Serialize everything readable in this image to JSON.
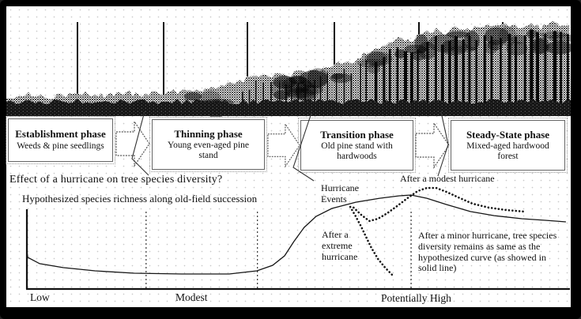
{
  "succession": {
    "phases": [
      {
        "name": "Establishment phase",
        "desc": "Weeds & pine seedlings"
      },
      {
        "name": "Thinning phase",
        "desc": "Young even-aged pine stand"
      },
      {
        "name": "Transition phase",
        "desc": "Old pine stand with hardwoods"
      },
      {
        "name": "Steady-State phase",
        "desc": "Mixed-aged hardwood forest"
      }
    ]
  },
  "question": "Effect of a hurricane on tree species diversity?",
  "graph": {
    "subtitle": "Hypothesized species richness along old-field succession",
    "x_axis_labels": [
      "Low",
      "Modest",
      "Potentially High"
    ],
    "annotations": {
      "hurricane_events": "Hurricane Events",
      "after_modest": "After a modest hurricane",
      "after_extreme": "After a extreme hurricane",
      "after_minor": "After a minor hurricane, tree species diversity remains as same as the hypothesized curve (as showed in solid line)"
    }
  },
  "colors": {
    "ink": "#111111",
    "frame": "#000000",
    "paper": "#ffffff",
    "box_border": "#666666"
  },
  "chart_data": {
    "type": "line",
    "title": "Hypothesized species richness along old-field succession",
    "x_categories": [
      "Low",
      "Modest",
      "Potentially High"
    ],
    "axis_note": "qualitative axes: x = old-field succession time, y = tree species richness (0-100 relative units)",
    "dashed_boundaries_x": [
      22.1,
      42.6,
      70.9
    ],
    "series": [
      {
        "name": "hypothesized richness (solid line)",
        "style": "solid",
        "points": [
          [
            0.2,
            33
          ],
          [
            0.3,
            28.9
          ],
          [
            2.5,
            23
          ],
          [
            6.8,
            19.3
          ],
          [
            12.7,
            16.3
          ],
          [
            19.9,
            14.1
          ],
          [
            28.7,
            13.3
          ],
          [
            37.4,
            13.3
          ],
          [
            42.5,
            16.3
          ],
          [
            45.4,
            21.5
          ],
          [
            47.6,
            30.4
          ],
          [
            49.3,
            43.7
          ],
          [
            51.2,
            57
          ],
          [
            53.4,
            67.4
          ],
          [
            56.3,
            74.8
          ],
          [
            60.7,
            80.7
          ],
          [
            65.1,
            84.4
          ],
          [
            68.7,
            86.7
          ],
          [
            70.9,
            87.4
          ],
          [
            73.8,
            84.4
          ],
          [
            77.4,
            78.5
          ],
          [
            81.8,
            71.9
          ],
          [
            86.2,
            68.1
          ],
          [
            91.3,
            65.2
          ],
          [
            95.6,
            63.7
          ],
          [
            99.4,
            62.2
          ]
        ]
      },
      {
        "name": "after a modest hurricane (dotted)",
        "style": "dotted",
        "points": [
          [
            60.3,
            75.6
          ],
          [
            61.7,
            68.9
          ],
          [
            63.2,
            63
          ],
          [
            64.8,
            65.2
          ],
          [
            66.5,
            70.4
          ],
          [
            68.3,
            77
          ],
          [
            70.2,
            84.4
          ],
          [
            72.1,
            91.1
          ],
          [
            73.8,
            94.1
          ],
          [
            75.5,
            94.1
          ],
          [
            77.4,
            90.4
          ],
          [
            79.6,
            85.2
          ],
          [
            82.2,
            79.3
          ],
          [
            85.2,
            75.6
          ],
          [
            88.4,
            73.3
          ],
          [
            91.6,
            71.9
          ]
        ]
      },
      {
        "name": "after a extreme hurricane (dotted)",
        "style": "dotted",
        "points": [
          [
            59.7,
            76.3
          ],
          [
            60.7,
            67.4
          ],
          [
            61.7,
            57.8
          ],
          [
            62.6,
            48.1
          ],
          [
            63.6,
            37.8
          ],
          [
            64.8,
            27.4
          ],
          [
            66.1,
            19.3
          ],
          [
            67.4,
            12.6
          ]
        ]
      }
    ],
    "legend_position": "none",
    "grid": false
  }
}
